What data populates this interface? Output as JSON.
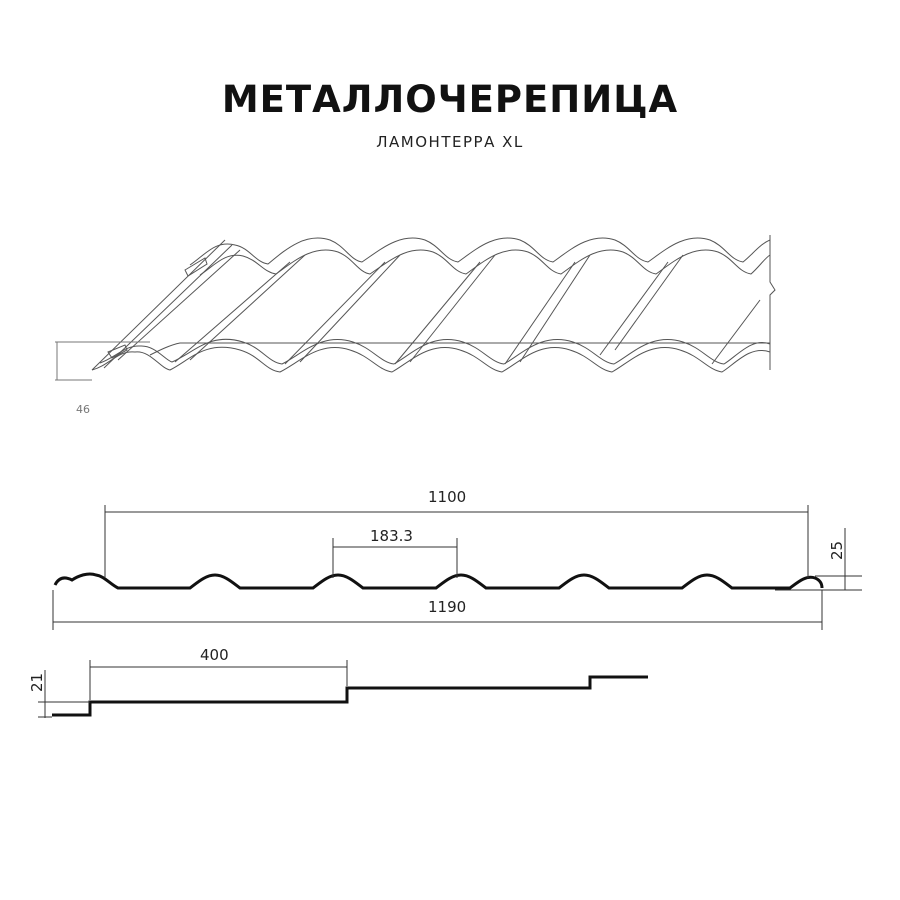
{
  "title": "МЕТАЛЛОЧЕРЕПИЦА",
  "subtitle": "ЛАМОНТЕРРА XL",
  "isometric_view": {
    "height_label": "46"
  },
  "cross_section": {
    "total_width_label": "1100",
    "wave_pitch_label": "183.3",
    "wave_height_label": "25",
    "full_width_label": "1190"
  },
  "step_profile": {
    "step_length_label": "400",
    "step_height_label": "21"
  },
  "colors": {
    "line": "#111111",
    "dim_line": "#333333",
    "light_line": "#555555"
  }
}
